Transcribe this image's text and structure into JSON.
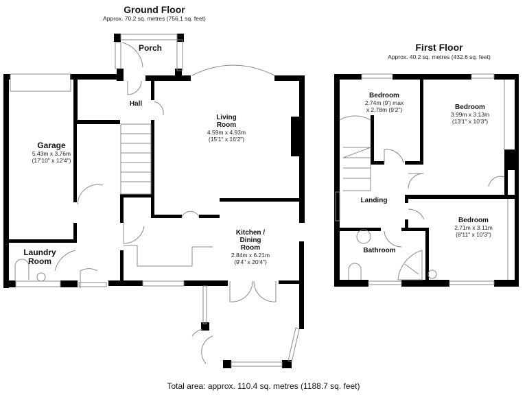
{
  "ground_floor": {
    "title": "Ground Floor",
    "area": "Approx. 70.2 sq. metres (756.1 sq. feet)",
    "rooms": [
      {
        "name": "Porch",
        "dims_m": "",
        "dims_ft": ""
      },
      {
        "name": "Hall",
        "dims_m": "",
        "dims_ft": ""
      },
      {
        "name": "Garage",
        "dims_m": "5.43m x 3.76m",
        "dims_ft": "(17'10\" x 12'4\")"
      },
      {
        "name": "Living Room",
        "line1": "Living",
        "line2": "Room",
        "dims_m": "4.59m x 4.93m",
        "dims_ft": "(15'1\" x 16'2\")"
      },
      {
        "name": "Laundry Room",
        "line1": "Laundry",
        "line2": "Room",
        "dims_m": "",
        "dims_ft": ""
      },
      {
        "name": "Kitchen / Dining Room",
        "line1": "Kitchen /",
        "line2": "Dining",
        "line3": "Room",
        "dims_m": "2.84m x 6.21m",
        "dims_ft": "(9'4\" x 20'4\")"
      }
    ]
  },
  "first_floor": {
    "title": "First Floor",
    "area": "Approx. 40.2 sq. metres (432.6 sq. feet)",
    "rooms": [
      {
        "name": "Bedroom",
        "dims_m": "2.74m (9') max",
        "dims_ft": "x 2.78m (9'2\")"
      },
      {
        "name": "Bedroom",
        "dims_m": "3.99m x 3.13m",
        "dims_ft": "(13'1\" x 10'3\")"
      },
      {
        "name": "Landing",
        "dims_m": "",
        "dims_ft": ""
      },
      {
        "name": "Bedroom",
        "dims_m": "2.71m x 3.11m",
        "dims_ft": "(8'11\" x 10'3\")"
      },
      {
        "name": "Bathroom",
        "dims_m": "",
        "dims_ft": ""
      }
    ]
  },
  "total_area": "Total area: approx. 110.4 sq. metres (1188.7 sq. feet)",
  "colors": {
    "wall": "#000000",
    "fixture": "#888888",
    "background": "#ffffff"
  }
}
